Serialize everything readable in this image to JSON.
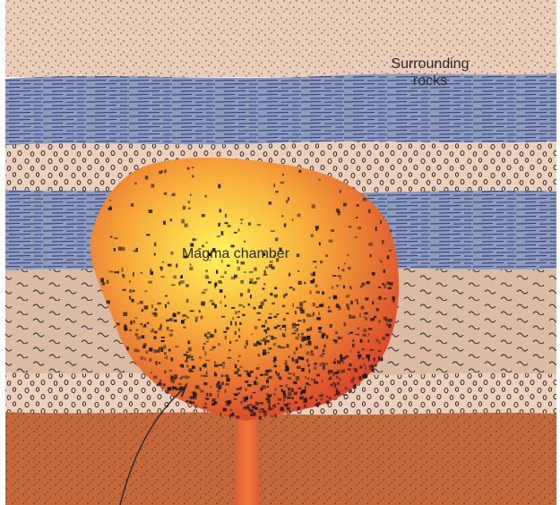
{
  "labels": {
    "surrounding_rocks_line1": "Surrounding",
    "surrounding_rocks_line2": "rocks",
    "magma_chamber": "Magma chamber"
  },
  "layers": [
    {
      "name": "sandstone-top",
      "pattern": "dots",
      "color": "#e9cdb8"
    },
    {
      "name": "shale-upper",
      "pattern": "dashes",
      "color": "#8f9cb9"
    },
    {
      "name": "conglomerate-upper",
      "pattern": "pebbles",
      "color": "#ecd0bb"
    },
    {
      "name": "shale-middle",
      "pattern": "dashes",
      "color": "#8f9cb9"
    },
    {
      "name": "schist",
      "pattern": "wavy",
      "color": "#dcbba4"
    },
    {
      "name": "conglomerate-lower",
      "pattern": "pebbles",
      "color": "#ecd0bb"
    },
    {
      "name": "basement",
      "pattern": "dots",
      "color": "#c2683a"
    }
  ],
  "magma": {
    "core_color": "#fff35a",
    "mid_color": "#f7a93a",
    "rim_color": "#d8422b",
    "crystal_color": "#1a1a1a"
  },
  "arrow": {
    "color": "#222222"
  }
}
